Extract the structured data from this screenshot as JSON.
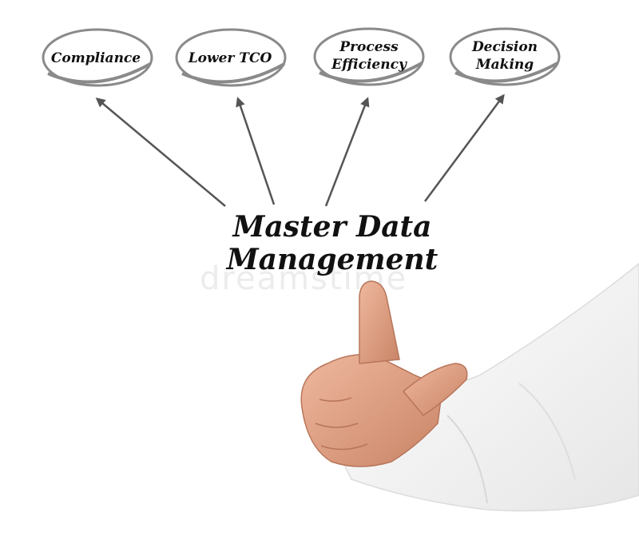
{
  "diagram": {
    "center": {
      "line1": "Master Data",
      "line2": "Management"
    },
    "nodes": [
      {
        "label_line1": "Compliance",
        "label_line2": ""
      },
      {
        "label_line1": "Lower TCO",
        "label_line2": ""
      },
      {
        "label_line1": "Process",
        "label_line2": "Efficiency"
      },
      {
        "label_line1": "Decision",
        "label_line2": "Making"
      }
    ],
    "watermark": "dreamstime",
    "colors": {
      "ellipse": "#8a8a8a",
      "arrow": "#555555",
      "text": "#111111",
      "sleeve": "#f3f3f3",
      "skin": "#e0a185"
    }
  }
}
